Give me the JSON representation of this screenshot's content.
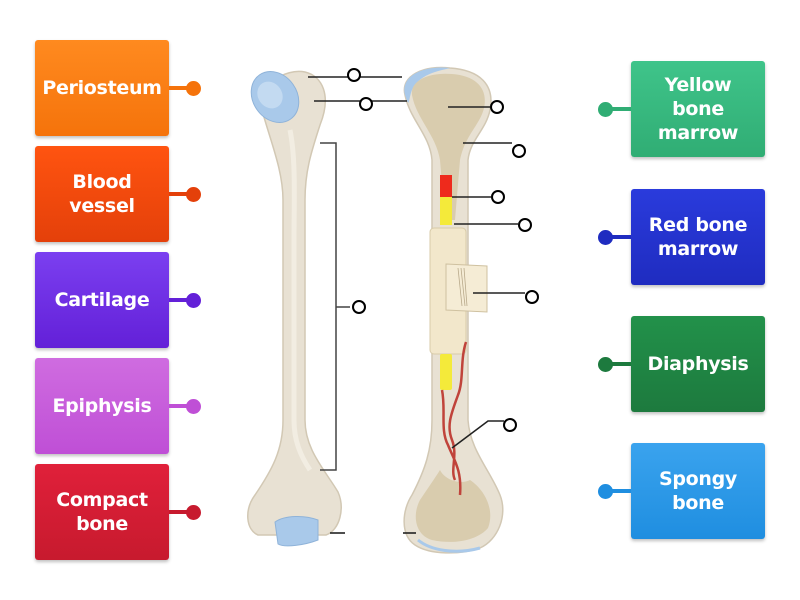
{
  "activity": {
    "type": "labelled diagram",
    "subject": "Long bone structure"
  },
  "left_labels": [
    {
      "text": "Periosteum",
      "color_top": "#ff8a1f",
      "color_bottom": "#f5730b"
    },
    {
      "text": "Blood vessel",
      "color_top": "#ff5410",
      "color_bottom": "#e4400a"
    },
    {
      "text": "Cartilage",
      "color_top": "#7b3ff0",
      "color_bottom": "#6320d8"
    },
    {
      "text": "Epiphysis",
      "color_top": "#cf6ce0",
      "color_bottom": "#bf4fd6"
    },
    {
      "text": "Compact bone",
      "color_top": "#e0203a",
      "color_bottom": "#c71a2e"
    }
  ],
  "right_labels": [
    {
      "text": "Yellow bone marrow",
      "color_top": "#3fc48a",
      "color_bottom": "#30ad74"
    },
    {
      "text": "Red bone marrow",
      "color_top": "#2a3bdc",
      "color_bottom": "#1f2cc0"
    },
    {
      "text": "Diaphysis",
      "color_top": "#22914a",
      "color_bottom": "#1d7a3e"
    },
    {
      "text": "Spongy bone",
      "color_top": "#3aa3ee",
      "color_bottom": "#1f8ee0"
    }
  ],
  "hotspots_count": 10,
  "colors": {
    "bone": "#e8e1d3",
    "bone_shadow": "#d6cdb9",
    "cartilage": "#a9c9ea",
    "spongy": "#d9ccae",
    "red_marrow": "#ee2a1c",
    "yellow_marrow": "#f4ea3a",
    "periosteum_sleeve": "#f2e7cb",
    "vessel": "#c0433b"
  }
}
